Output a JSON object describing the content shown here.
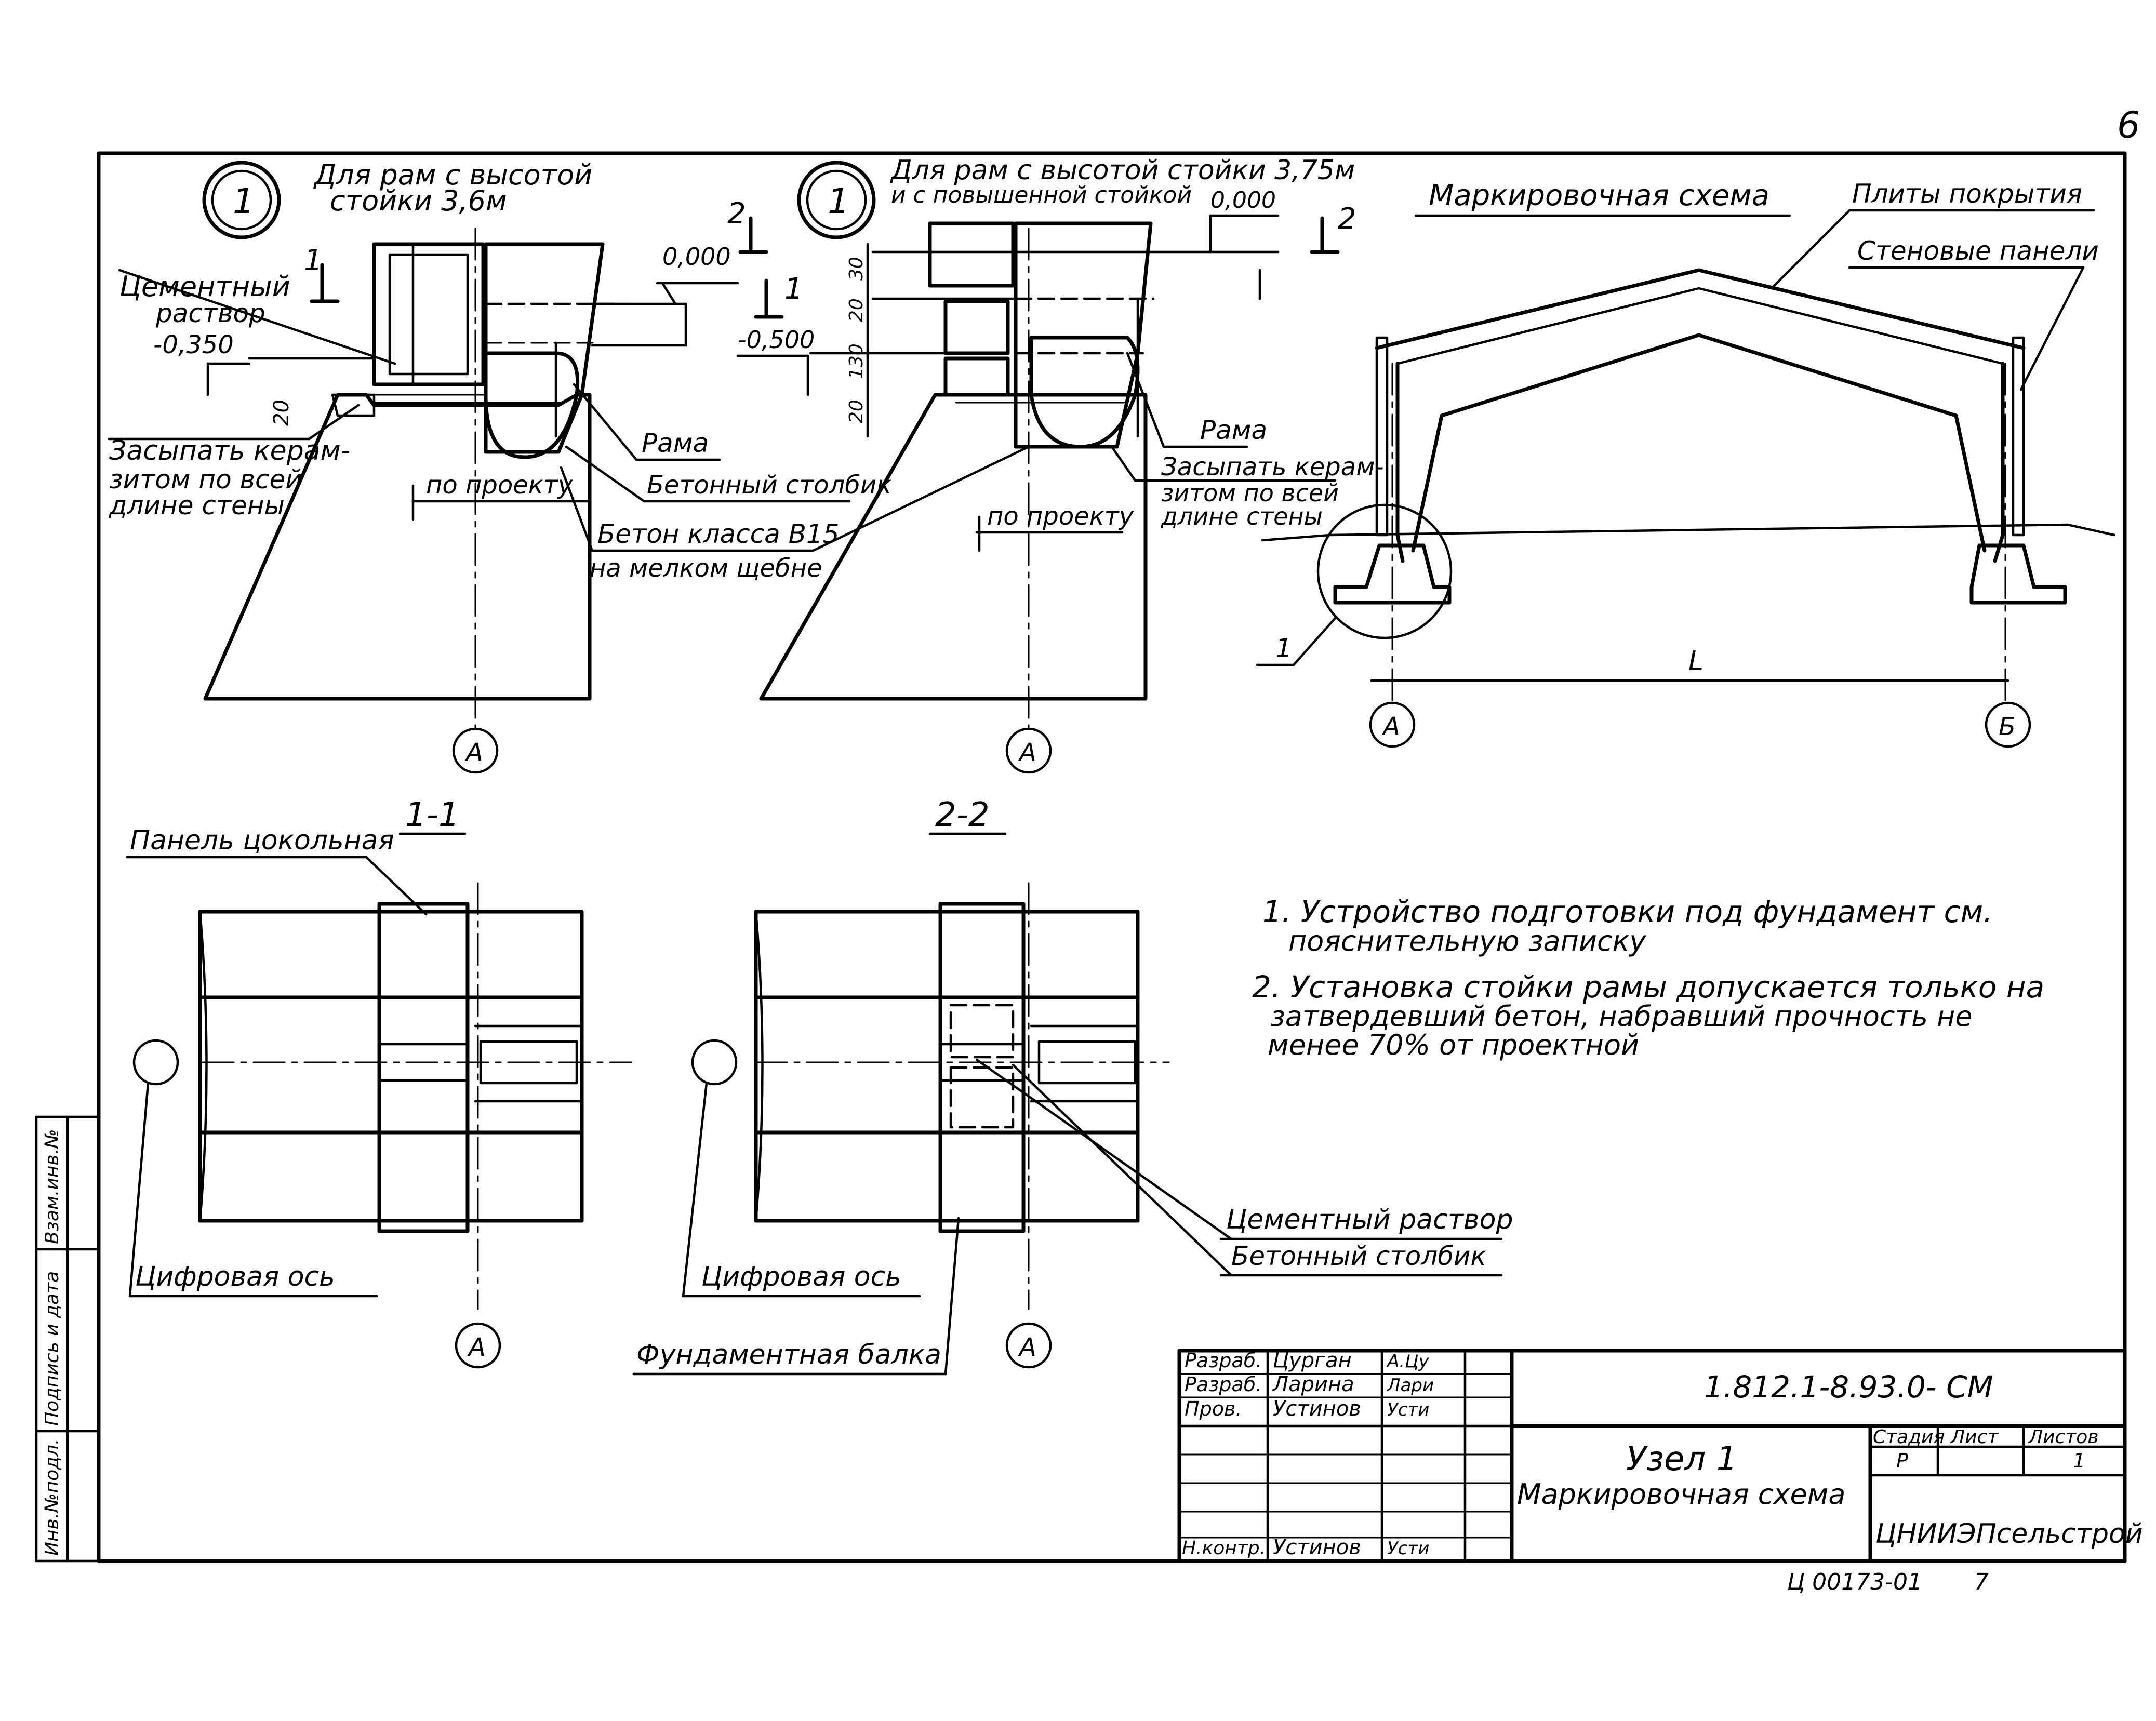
{
  "sheet_number": "6",
  "detail_left": {
    "marker": "1",
    "title_line1": "Для рам с высотой",
    "title_line2": "стойки 3,6м",
    "section_mark": "1",
    "level_zero": "0,000",
    "cement_label_1": "Цементный",
    "cement_label_2": "раствор",
    "level_low": "-0,350",
    "dim_20": "20",
    "fill_label_1": "Засыпать керам-",
    "fill_label_2": "зитом по всей",
    "fill_label_3": "длине стены",
    "by_project": "по проекту",
    "frame_label": "Рама",
    "column_label": "Бетонный столбик",
    "concrete_label_1": "Бетон класса В15",
    "concrete_label_2": "на мелком щебне",
    "axis": "А"
  },
  "detail_right": {
    "marker": "1",
    "title_line1": "Для рам с высотой стойки 3,75м",
    "title_line2": "и с повышенной стойкой",
    "level_zero": "0,000",
    "section_mark_2": "2",
    "section_mark_1": "1",
    "level_low": "-0,500",
    "dim_30": "30",
    "dim_20a": "20",
    "dim_130": "130",
    "dim_20b": "20",
    "by_project": "по проекту",
    "frame_label": "Рама",
    "fill_label_1": "Засыпать керам-",
    "fill_label_2": "зитом по всей",
    "fill_label_3": "длине стены",
    "axis": "А"
  },
  "marking_scheme": {
    "title": "Маркировочная схема",
    "roof_plates": "Плиты покрытия",
    "wall_panels": "Стеновые панели",
    "node_ref": "1",
    "span": "L",
    "axis_a": "А",
    "axis_b": "Б"
  },
  "section_1": {
    "title": "1-1",
    "plinth_panel": "Панель цокольная",
    "digit_axis": "Цифровая ось",
    "axis": "А"
  },
  "section_2": {
    "title": "2-2",
    "cement": "Цементный раствор",
    "column": "Бетонный столбик",
    "digit_axis": "Цифровая ось",
    "foundation_beam": "Фундаментная балка",
    "axis": "А"
  },
  "notes": {
    "n1_line1": "1. Устройство подготовки под фундамент см.",
    "n1_line2": "пояснительную записку",
    "n2_line1": "2. Установка стойки рамы допускается только на",
    "n2_line2": "затвердевший бетон, набравший прочность не",
    "n2_line3": "менее 70% от проектной"
  },
  "side_stamp": {
    "c1": "Инв.№подл.",
    "c2": "Подпись и дата",
    "c3": "Взам.инв.№"
  },
  "title_block": {
    "rows": [
      {
        "role": "Разраб.",
        "name": "Цурган",
        "sign": "А.Цу"
      },
      {
        "role": "Разраб.",
        "name": "Ларина",
        "sign": "Лари"
      },
      {
        "role": "Пров.",
        "name": "Устинов",
        "sign": "Усти"
      },
      {
        "role": "",
        "name": "",
        "sign": ""
      },
      {
        "role": "",
        "name": "",
        "sign": ""
      },
      {
        "role": "",
        "name": "",
        "sign": ""
      },
      {
        "role": "Н.контр.",
        "name": "Устинов",
        "sign": "Усти"
      }
    ],
    "doc_code": "1.812.1-8.93.0- СМ",
    "name_line1": "Узел 1",
    "name_line2": "Маркировочная схема",
    "stage_hdr": "Стадия",
    "sheet_hdr": "Лист",
    "sheets_hdr": "Листов",
    "stage": "Р",
    "sheet": "",
    "sheets": "1",
    "org": "ЦНИИЭПсельстрой",
    "archive": "Ц 00173-01",
    "archive_page": "7"
  }
}
